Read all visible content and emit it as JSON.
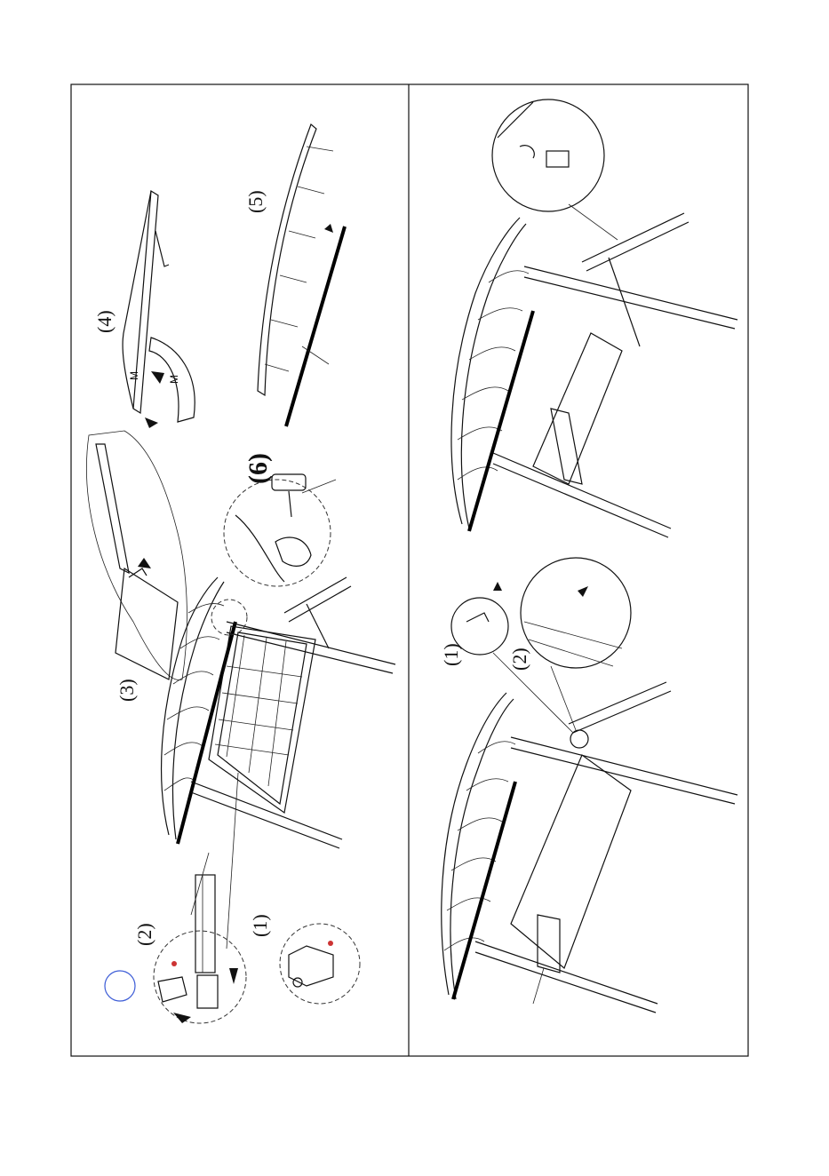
{
  "left_panel": {
    "steps": {
      "s1": "(1)",
      "s2": "(2)",
      "s3": "(3)",
      "s4": "(4)",
      "s5": "(5)",
      "s6": "(6)"
    },
    "part_marks": {
      "m1": "M",
      "m2": "M"
    }
  },
  "right_panel": {
    "steps": {
      "s1": "(1)",
      "s2": "(2)"
    }
  },
  "colors": {
    "line": "#111111",
    "highlight_circle": "#3b5bd6",
    "accent_dot": "#cc3333"
  }
}
